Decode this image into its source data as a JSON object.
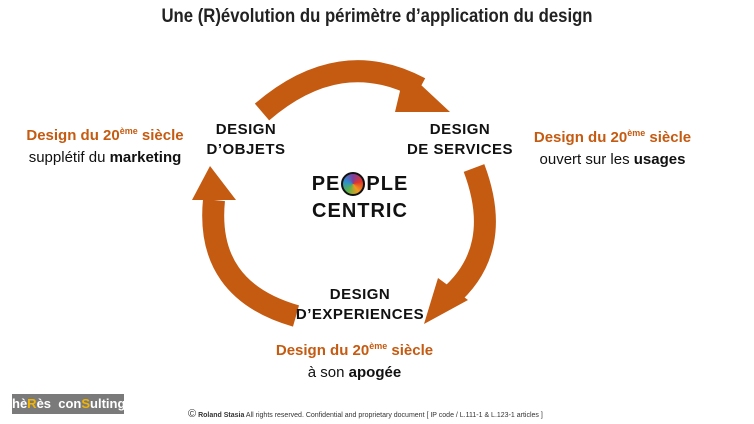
{
  "title": "Une (R)évolution du périmètre d’application du design",
  "center": {
    "line1_left": "PE",
    "line1_right": "PLE",
    "line2": "CENTRIC",
    "icon": "people-circle-icon"
  },
  "nodes": [
    {
      "line1": "DESIGN",
      "line2": "D’OBJETS"
    },
    {
      "line1": "DESIGN",
      "line2": "DE SERVICES"
    },
    {
      "line1": "DESIGN",
      "line2": "D’EXPERIENCES"
    }
  ],
  "captions": [
    {
      "head": "Design du 20",
      "sup": "ème",
      "tail": " siècle",
      "sub_pre": "supplétif du ",
      "sub_bold": "marketing"
    },
    {
      "head": "Design du 20",
      "sup": "ème",
      "tail": " siècle",
      "sub_pre": "ouvert sur les ",
      "sub_bold": "usages"
    },
    {
      "head": "Design du 20",
      "sup": "ème",
      "tail": " siècle",
      "sub_pre": "à son ",
      "sub_bold": "apogée"
    }
  ],
  "logo": {
    "a": "hè",
    "b": "R",
    "c": "ès  con",
    "d": "S",
    "e": "ulting"
  },
  "footer": {
    "symbol": "©",
    "author": "Roland Stasia",
    "text": " All rights reserved. Confidential and proprietary document [ IP code / L.111-1 & L.123-1 articles ]"
  },
  "colors": {
    "arrow": "#c55a11",
    "caption": "#c55a11"
  }
}
